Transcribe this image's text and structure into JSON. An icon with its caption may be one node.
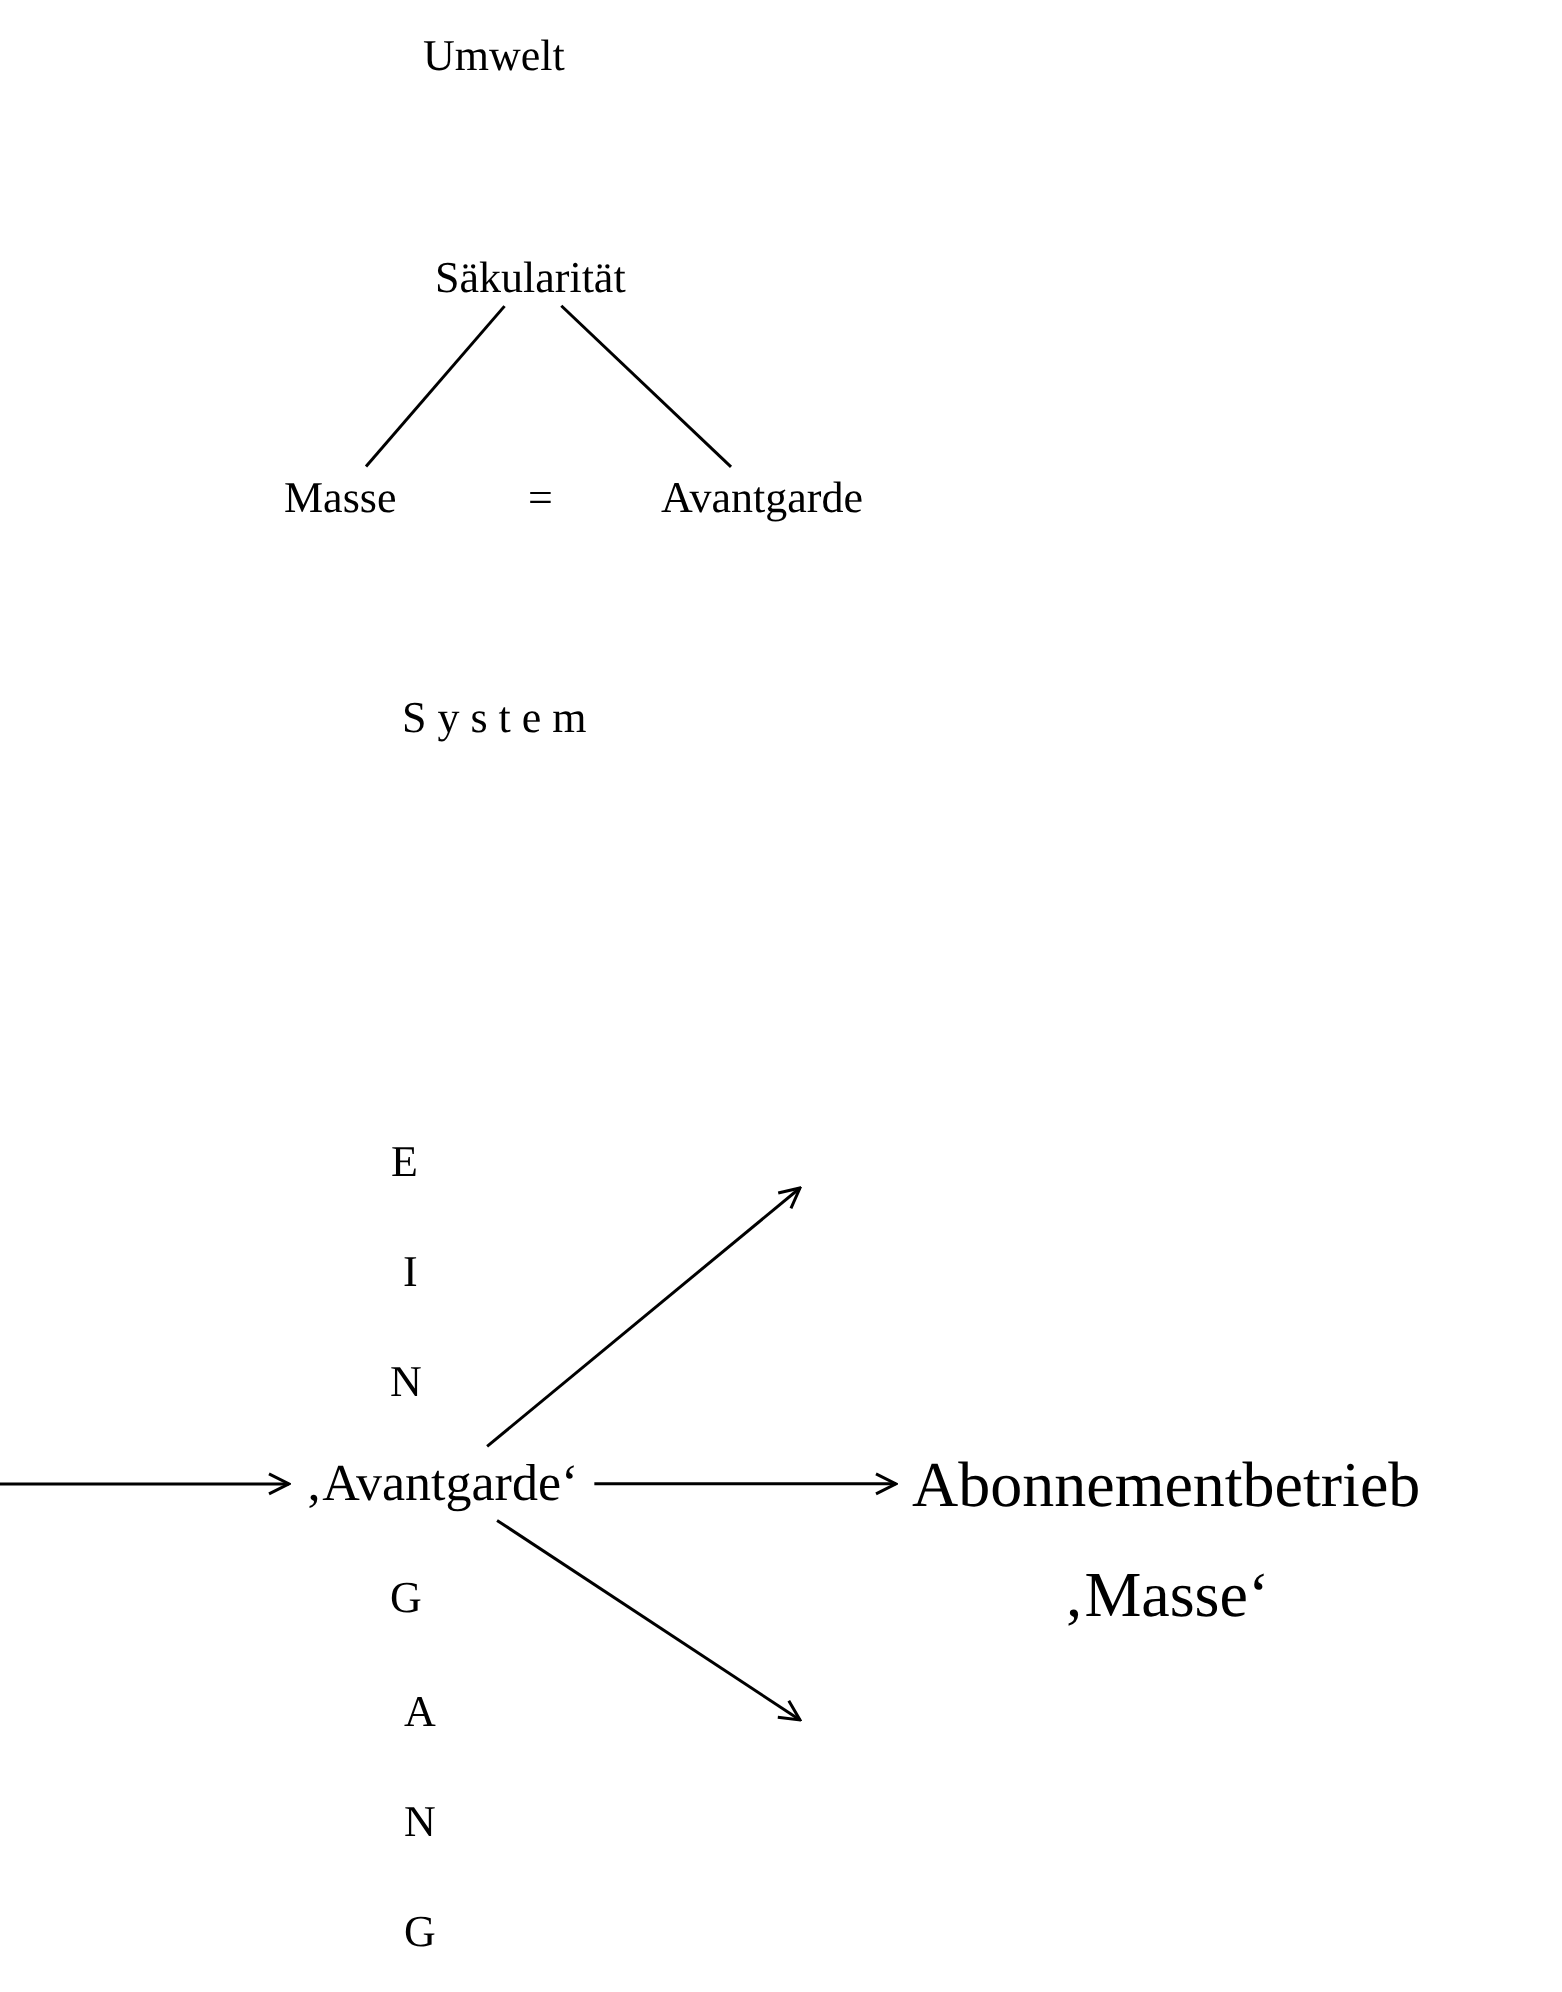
{
  "diagram": {
    "nodes": [
      {
        "text": [
          "Säkularität"
        ]
      },
      {
        "text": [
          "Masse"
        ]
      },
      {
        "text": [
          "Avantgarde"
        ]
      },
      {
        "text": [
          "‚Avantgarde‘"
        ]
      },
      {
        "text": [
          "Abonnementbetrieb",
          "‚Masse‘"
        ]
      }
    ],
    "edges": [
      {
        "from": 0,
        "to": 1,
        "arrow": "none"
      },
      {
        "from": 0,
        "to": 2,
        "arrow": "none"
      },
      {
        "from": null,
        "to": 3,
        "arrow": "to"
      },
      {
        "from": 3,
        "to": 4,
        "arrow": "to"
      },
      {
        "from": 3,
        "to": null,
        "arrow": "to"
      },
      {
        "from": 3,
        "to": null,
        "arrow": "to"
      }
    ],
    "labels": [
      "Umwelt",
      "=",
      "S y s t e m",
      "E",
      "I",
      "N",
      "G",
      "A",
      "N",
      "G"
    ]
  }
}
